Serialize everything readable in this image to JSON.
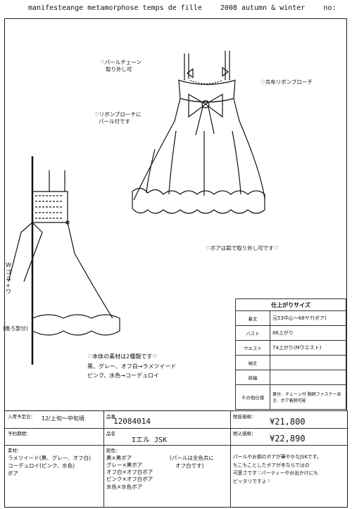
{
  "header": {
    "brand": "manifesteange metamorphose temps de fille",
    "season": "2008 autumn & winter",
    "no_label": "no:"
  },
  "annotations": {
    "pearl_chain": [
      "♡パールチェーン",
      "取り外し可"
    ],
    "ribbon_brooch": "♡共布リボンブローチ",
    "brooch_pearl": [
      "♡リボンブローチに",
      "パール付です"
    ],
    "boa_removable": "♡ボアは釦で取り外し可です♡",
    "back_waist": [
      "W",
      "ゴ",
      "ム",
      "+",
      "ワ"
    ],
    "back_tag": "(後ろ部分)",
    "fabric": [
      "♡本体の素材は2種類です♡",
      "黒、グレー、オフ白→ラメツイード",
      "ピンク、水色→コーデュロイ"
    ]
  },
  "spec": {
    "title": "仕上がりサイズ",
    "rows": [
      {
        "label": "着丈",
        "value": "元53中心〜68ヤ7(ボア)"
      },
      {
        "label": "バスト",
        "value": "86上がり"
      },
      {
        "label": "ウエスト",
        "value": "74上がり(Mウエスト)"
      },
      {
        "label": "袖丈",
        "value": ""
      },
      {
        "label": "肩幅",
        "value": ""
      },
      {
        "label": "その他仕様",
        "value": "裏付、チェーン付 胸囲ファスナーあき、ボア着脱可能"
      }
    ]
  },
  "bottom": {
    "schedule_label": "入荷予定日：",
    "schedule_value": "12/上旬〜中旬頃",
    "order_label": "予約期間：",
    "code_label": "品番",
    "code_value": "12084014",
    "name_label": "品名",
    "name_value": "Iエル JSK",
    "price_label": "税抜価格：",
    "price_value": "¥21,800",
    "price_tax_label": "税込価格：",
    "price_tax_value": "¥22,890",
    "material_label": "素材：",
    "material_lines": [
      "ラメツイード(黒、グレー、オフ白)",
      "コーデュロイ(ピンク、水色)",
      "ボア"
    ],
    "color_label": "配色：",
    "color_lines": [
      "黒×黒ボア",
      "グレー×黒ボア",
      "オフ白×オフ白ボア",
      "ピンク×オフ白ボア",
      "水色×水色ボア"
    ],
    "color_note": [
      "(パールは全色共に",
      "オフ白です)"
    ],
    "comment": [
      "パールやお揃のボアが華やかなJSKです。",
      "もこもことしたボアが冬ならではの",
      "可愛さです♡パーティーやお出かけにも",
      "ピッタリですよ♡"
    ]
  }
}
